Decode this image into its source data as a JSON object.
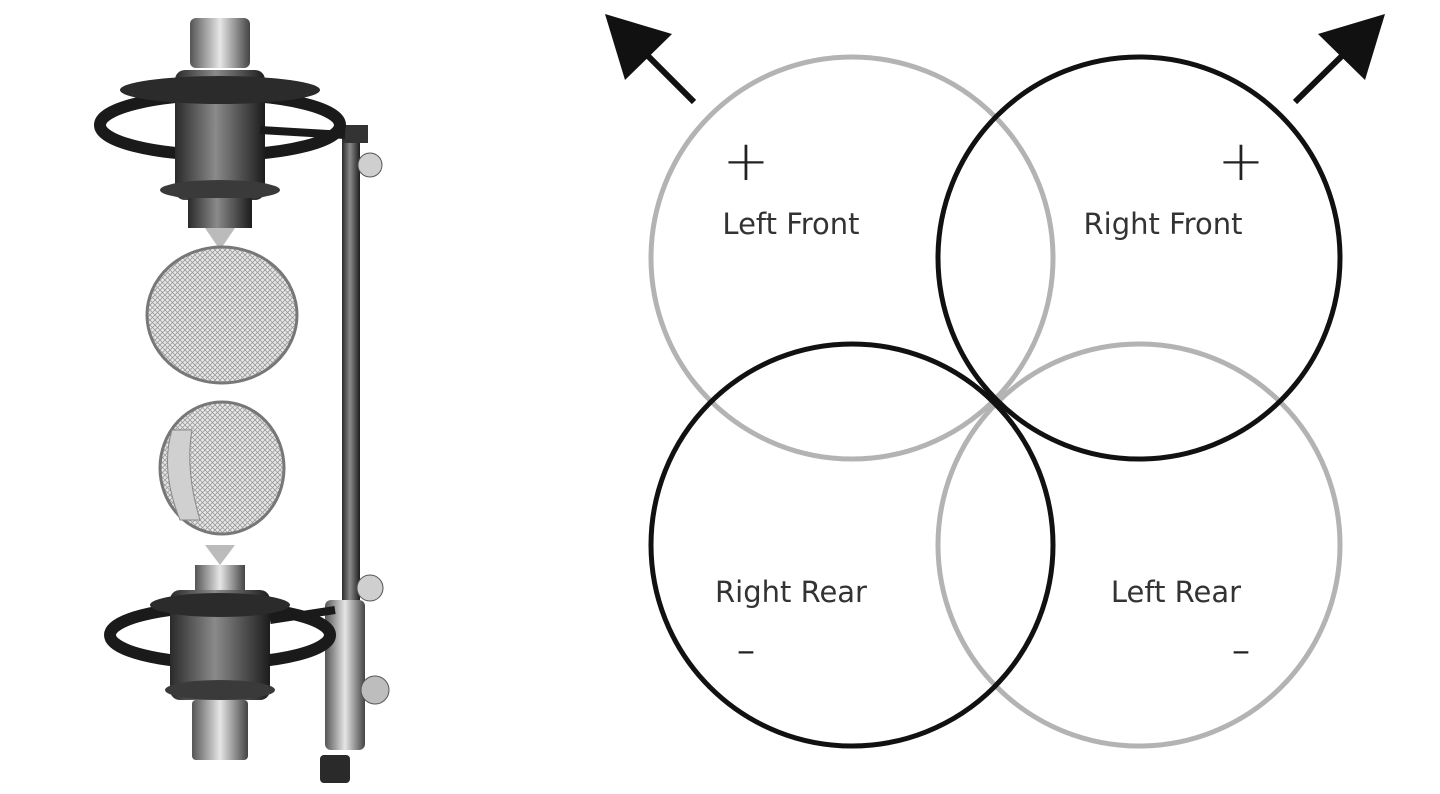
{
  "diagram": {
    "lobes": [
      {
        "id": "left-front",
        "label": "Left Front",
        "polarity": "+",
        "stroke": "#b3b3b3"
      },
      {
        "id": "right-front",
        "label": "Right Front",
        "polarity": "+",
        "stroke": "#111111"
      },
      {
        "id": "right-rear",
        "label": "Right Rear",
        "polarity": "-",
        "stroke": "#111111"
      },
      {
        "id": "left-rear",
        "label": "Left Rear",
        "polarity": "-",
        "stroke": "#b3b3b3"
      }
    ],
    "arrows": [
      "arrow-up-left-icon",
      "arrow-up-right-icon"
    ]
  },
  "photo": {
    "subject": "stereo-microphone-pair-on-bar-icon"
  }
}
